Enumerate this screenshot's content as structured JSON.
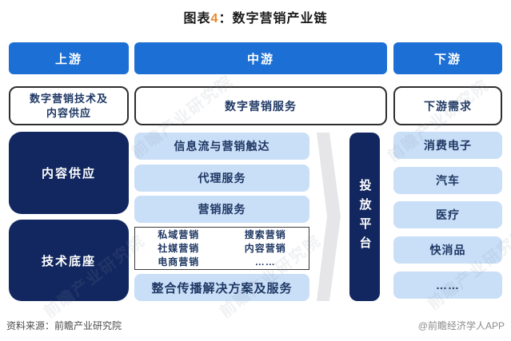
{
  "title": {
    "prefix": "图表",
    "number": "4",
    "rest": "：数字营销产业链"
  },
  "upstream": {
    "header": "上游",
    "subheader": "数字营销技术及\n内容供应",
    "blocks": [
      "内容供应",
      "技术底座"
    ]
  },
  "midstream": {
    "header": "中游",
    "subheader": "数字营销服务",
    "services": [
      "信息流与营销触达",
      "代理服务",
      "营销服务"
    ],
    "marketing_types_left": [
      "私域营销",
      "社媒营销",
      "电商营销"
    ],
    "marketing_types_right": [
      "搜索营销",
      "内容营销",
      "……"
    ],
    "solution": "整合传播解决方案及服务",
    "platform": "投放平台"
  },
  "downstream": {
    "header": "下游",
    "subheader": "下游需求",
    "industries": [
      "消费电子",
      "汽车",
      "医疗",
      "快消品",
      "……"
    ]
  },
  "footer": {
    "source": "资料来源：前瞻产业研究院",
    "credit": "@前瞻经济学人APP"
  },
  "watermark": "前瞻产业研究院",
  "colors": {
    "header-blue": "#1C6FD4",
    "dark-navy": "#12275F",
    "light-blue": "#C9DEF7",
    "text-navy": "#1F3864",
    "arrow-gray": "#E6E6E8",
    "title-number-orange": "#E8872A",
    "border-dark": "#2E2E2E"
  }
}
